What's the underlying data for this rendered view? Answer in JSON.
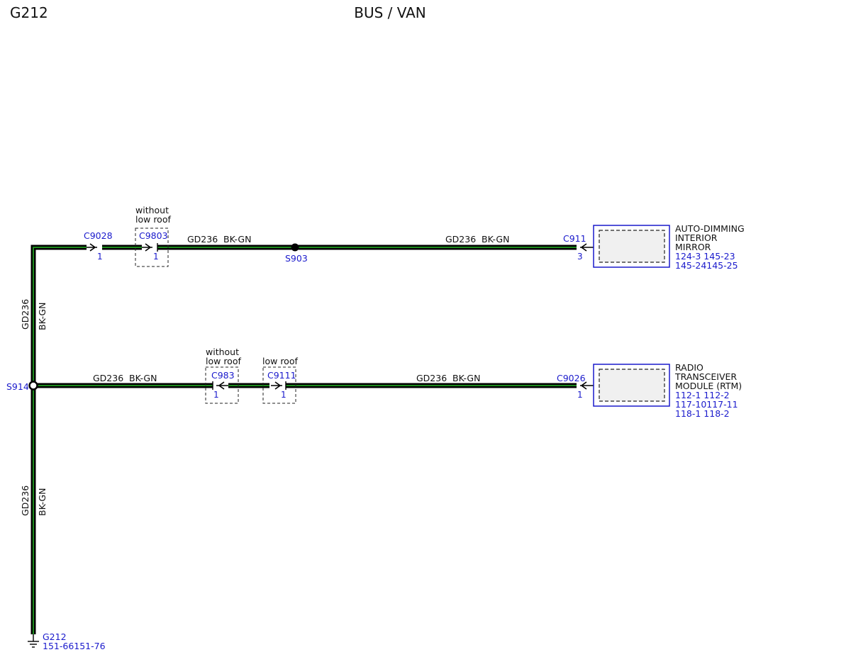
{
  "header": {
    "left": "G212",
    "center": "BUS / VAN"
  },
  "wire": {
    "code": "GD236",
    "color_code": "BK-GN",
    "outer_color": "#000000",
    "inner_color": "#1d8a1d"
  },
  "conditions": {
    "top_without": "without",
    "top_low": "low roof",
    "mid_without": "without",
    "mid_low": "low roof",
    "low_roof": "low roof"
  },
  "connectors": {
    "c9028": {
      "id": "C9028",
      "pin": "1"
    },
    "c9803": {
      "id": "C9803",
      "pin": "1"
    },
    "c911": {
      "id": "C911",
      "pin": "3"
    },
    "c983": {
      "id": "C983",
      "pin": "1"
    },
    "c9111": {
      "id": "C9111",
      "pin": "1"
    },
    "c9026": {
      "id": "C9026",
      "pin": "1"
    }
  },
  "splices": {
    "s903": "S903",
    "s914": "S914"
  },
  "components": {
    "mirror": {
      "name_lines": [
        "AUTO-DIMMING",
        "INTERIOR",
        "MIRROR"
      ],
      "refs": [
        "124-3  145-23",
        "145-24145-25"
      ]
    },
    "rtm": {
      "name_lines": [
        "RADIO",
        "TRANSCEIVER",
        "MODULE (RTM)"
      ],
      "refs": [
        "112-1 112-2",
        "117-10117-11",
        "118-1 118-2"
      ]
    }
  },
  "ground": {
    "id": "G212",
    "refs": "151-66151-76"
  },
  "colors": {
    "link_blue": "#1a1acc"
  }
}
